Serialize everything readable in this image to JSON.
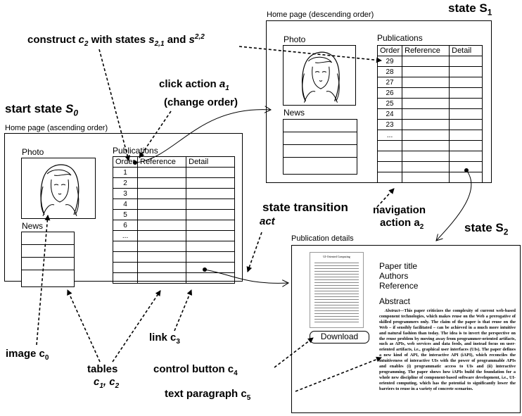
{
  "colors": {
    "line": "#000000",
    "background": "#ffffff"
  },
  "annotations": {
    "construct": "construct",
    "c2": "c",
    "c2_sub": "2",
    "with_states": " with states ",
    "s21": "s",
    "s21_sub": "2,1",
    "and": " and ",
    "s22": "s",
    "s22_sub": "2,2",
    "click_action": "click action ",
    "a1": "a",
    "a1_sub": "1",
    "change_order": "(change order)",
    "start_state": "start state ",
    "S0": "S",
    "S0_sub": "0",
    "state_S1": "state S",
    "S1_sub": "1",
    "state_S2": "state S",
    "S2_sub": "2",
    "state_transition": "state transition",
    "act": "act",
    "navigation": "navigation",
    "action_a2": "action a",
    "a2_sub": "2",
    "image_c0": "image c",
    "c0_sub": "0",
    "tables": "tables",
    "c1c2": "c",
    "c1_sub": "1",
    "c1c2_mid": ", c",
    "c2b_sub": "2",
    "link_c3": "link c",
    "c3_sub": "3",
    "control_button": "control button c",
    "c4_sub": "4",
    "text_paragraph": "text paragraph c",
    "c5_sub": "5"
  },
  "page_s0": {
    "title": "Home page (ascending order)",
    "photo_label": "Photo",
    "news_label": "News",
    "publications_label": "Publications",
    "columns": [
      "Order",
      "Reference",
      "Detail"
    ],
    "orders": [
      "1",
      "2",
      "3",
      "4",
      "5",
      "6",
      "..."
    ]
  },
  "page_s1": {
    "title": "Home page (descending order)",
    "photo_label": "Photo",
    "news_label": "News",
    "publications_label": "Publications",
    "columns": [
      "Order",
      "Reference",
      "Detail"
    ],
    "orders": [
      "29",
      "28",
      "27",
      "26",
      "25",
      "24",
      "23",
      "..."
    ]
  },
  "page_s2": {
    "title": "Publication details",
    "paper_title": "Paper title",
    "authors": "Authors",
    "reference": "Reference",
    "abstract_heading": "Abstract",
    "download": "Download",
    "abstract_lead": "Abstract",
    "abstract_text": "—This paper criticizes the complexity of current web-based component technologies, which makes reuse on the Web a prerogative of skilled programmers only. The claim of the paper is that reuse on the Web – if sensibly facilitated – can be achieved in a much more intuitive and natural fashion than today. The idea is to invert the perspective on the reuse problem by moving away from programmer-oriented artifacts, such as APIs, web services and data feeds, and instead focus on user-oriented artifacts, i.e., graphical user interfaces (UIs). The paper defines a new kind of API, the interactive API (iAPI), which reconciles the intuitiveness of interactive UIs with the power of programmable APIs and enables (i) programmatic access to UIs and (ii) interactive programming. The paper shows how iAPIs build the foundation for a whole new discipline of component-based software development, i.e., UI-oriented computing, which has the potential to significantly lower the barriers to reuse in a variety of concrete scenarios.",
    "thumb_title": "UI-Oriented Computing"
  }
}
